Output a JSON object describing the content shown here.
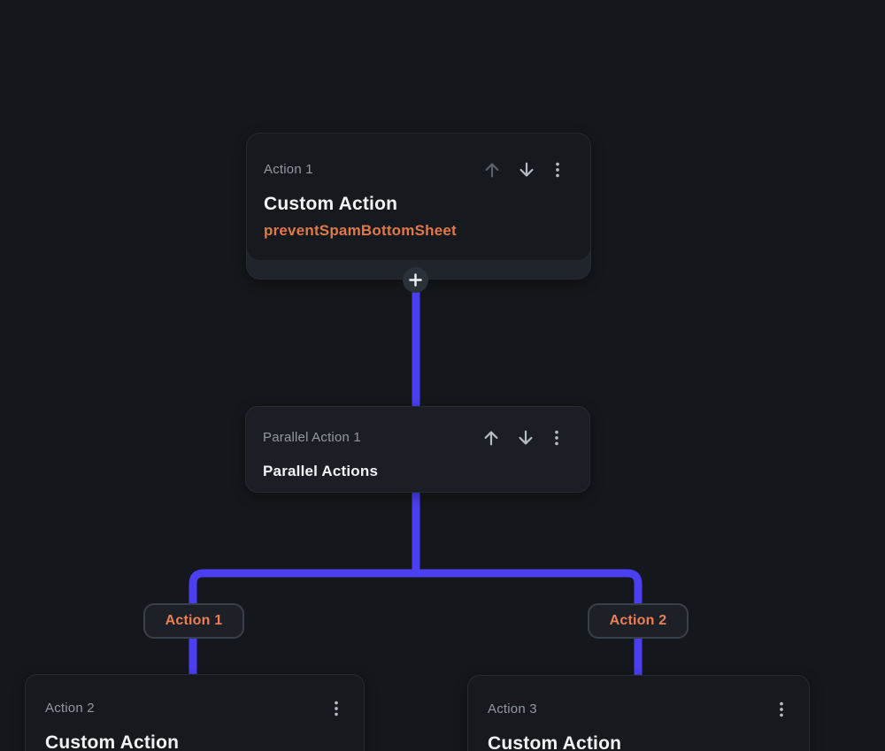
{
  "canvas": {
    "background": "#14171b",
    "connector_color": "#4b3ff2"
  },
  "colors": {
    "card_background": "#17191f",
    "label_gray": "#9299a1",
    "title_white": "#f1f3f5",
    "accent_orange": "#e0784a",
    "pill_orange": "#ea8055"
  },
  "cards": {
    "action1": {
      "label": "Action 1",
      "title": "Custom Action",
      "subtitle": "preventSpamBottomSheet"
    },
    "parallel1": {
      "label": "Parallel Action 1",
      "title": "Parallel Actions"
    },
    "action2": {
      "label": "Action 2",
      "title": "Custom Action"
    },
    "action3": {
      "label": "Action 3",
      "title": "Custom Action"
    }
  },
  "branches": {
    "left_label": "Action 1",
    "right_label": "Action 2"
  },
  "icons": {
    "move_up": "arrow-up-icon",
    "move_down": "arrow-down-icon",
    "more": "kebab-menu-icon",
    "add": "plus-icon"
  }
}
